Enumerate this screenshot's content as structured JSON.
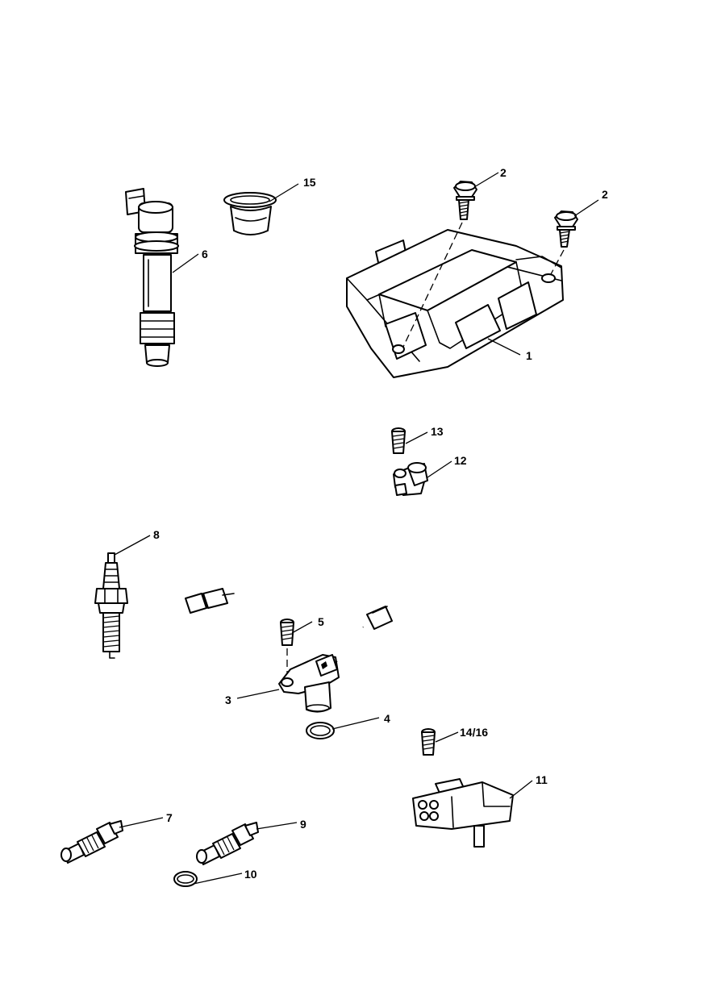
{
  "callouts": {
    "c1": "1",
    "c2a": "2",
    "c2b": "2",
    "c3": "3",
    "c4": "4",
    "c5": "5",
    "c6": "6",
    "c7": "7",
    "c8": "8",
    "c9": "9",
    "c10": "10",
    "c11": "11",
    "c12": "12",
    "c13": "13",
    "c14_16": "14/16",
    "c15": "15"
  },
  "colors": {
    "line": "#000000",
    "background": "#ffffff"
  }
}
